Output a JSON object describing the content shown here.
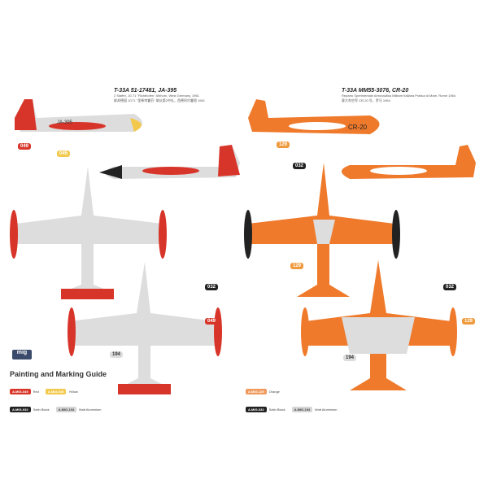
{
  "left_scheme": {
    "title": "T-33A 51-17481, JA-395",
    "subtitle": "2 Staffel, JG 71 \"Richthofen\" Ahlhorn, West Germany, 1961",
    "subtitle_cn": "联邦德国 JG71 \"里希特霍芬\" 联队第2中队，西德阿尔霍恩 1961",
    "code": "JA-395"
  },
  "right_scheme": {
    "title": "T-33A MM55-3076, CR-20",
    "subtitle": "Reparto Sperimentale Aeronautica Militare Italiana Pratica di Mare, Rome 1964",
    "subtitle_cn": "意大利空军 CR-20 号，罗马 1964",
    "code": "CR-20"
  },
  "callouts": {
    "red": "049",
    "yellow": "045",
    "black": "032",
    "aluminium": "194",
    "orange": "129"
  },
  "guide": {
    "title": "Painting and Marking Guide",
    "brand": "mig",
    "paints": [
      {
        "code": "A.MIG-049",
        "name": "Red",
        "color": "#d8352a"
      },
      {
        "code": "A.MIG-045",
        "name": "Yellow",
        "color": "#f2c94c"
      },
      {
        "code": "A.MIG-032",
        "name": "Satin Black",
        "color": "#222222"
      },
      {
        "code": "A.MIG-194",
        "name": "Matt Aluminium",
        "color": "#d6d6d6"
      },
      {
        "code": "A.MIG-129",
        "name": "Orange",
        "color": "#ef7a2c"
      }
    ]
  }
}
